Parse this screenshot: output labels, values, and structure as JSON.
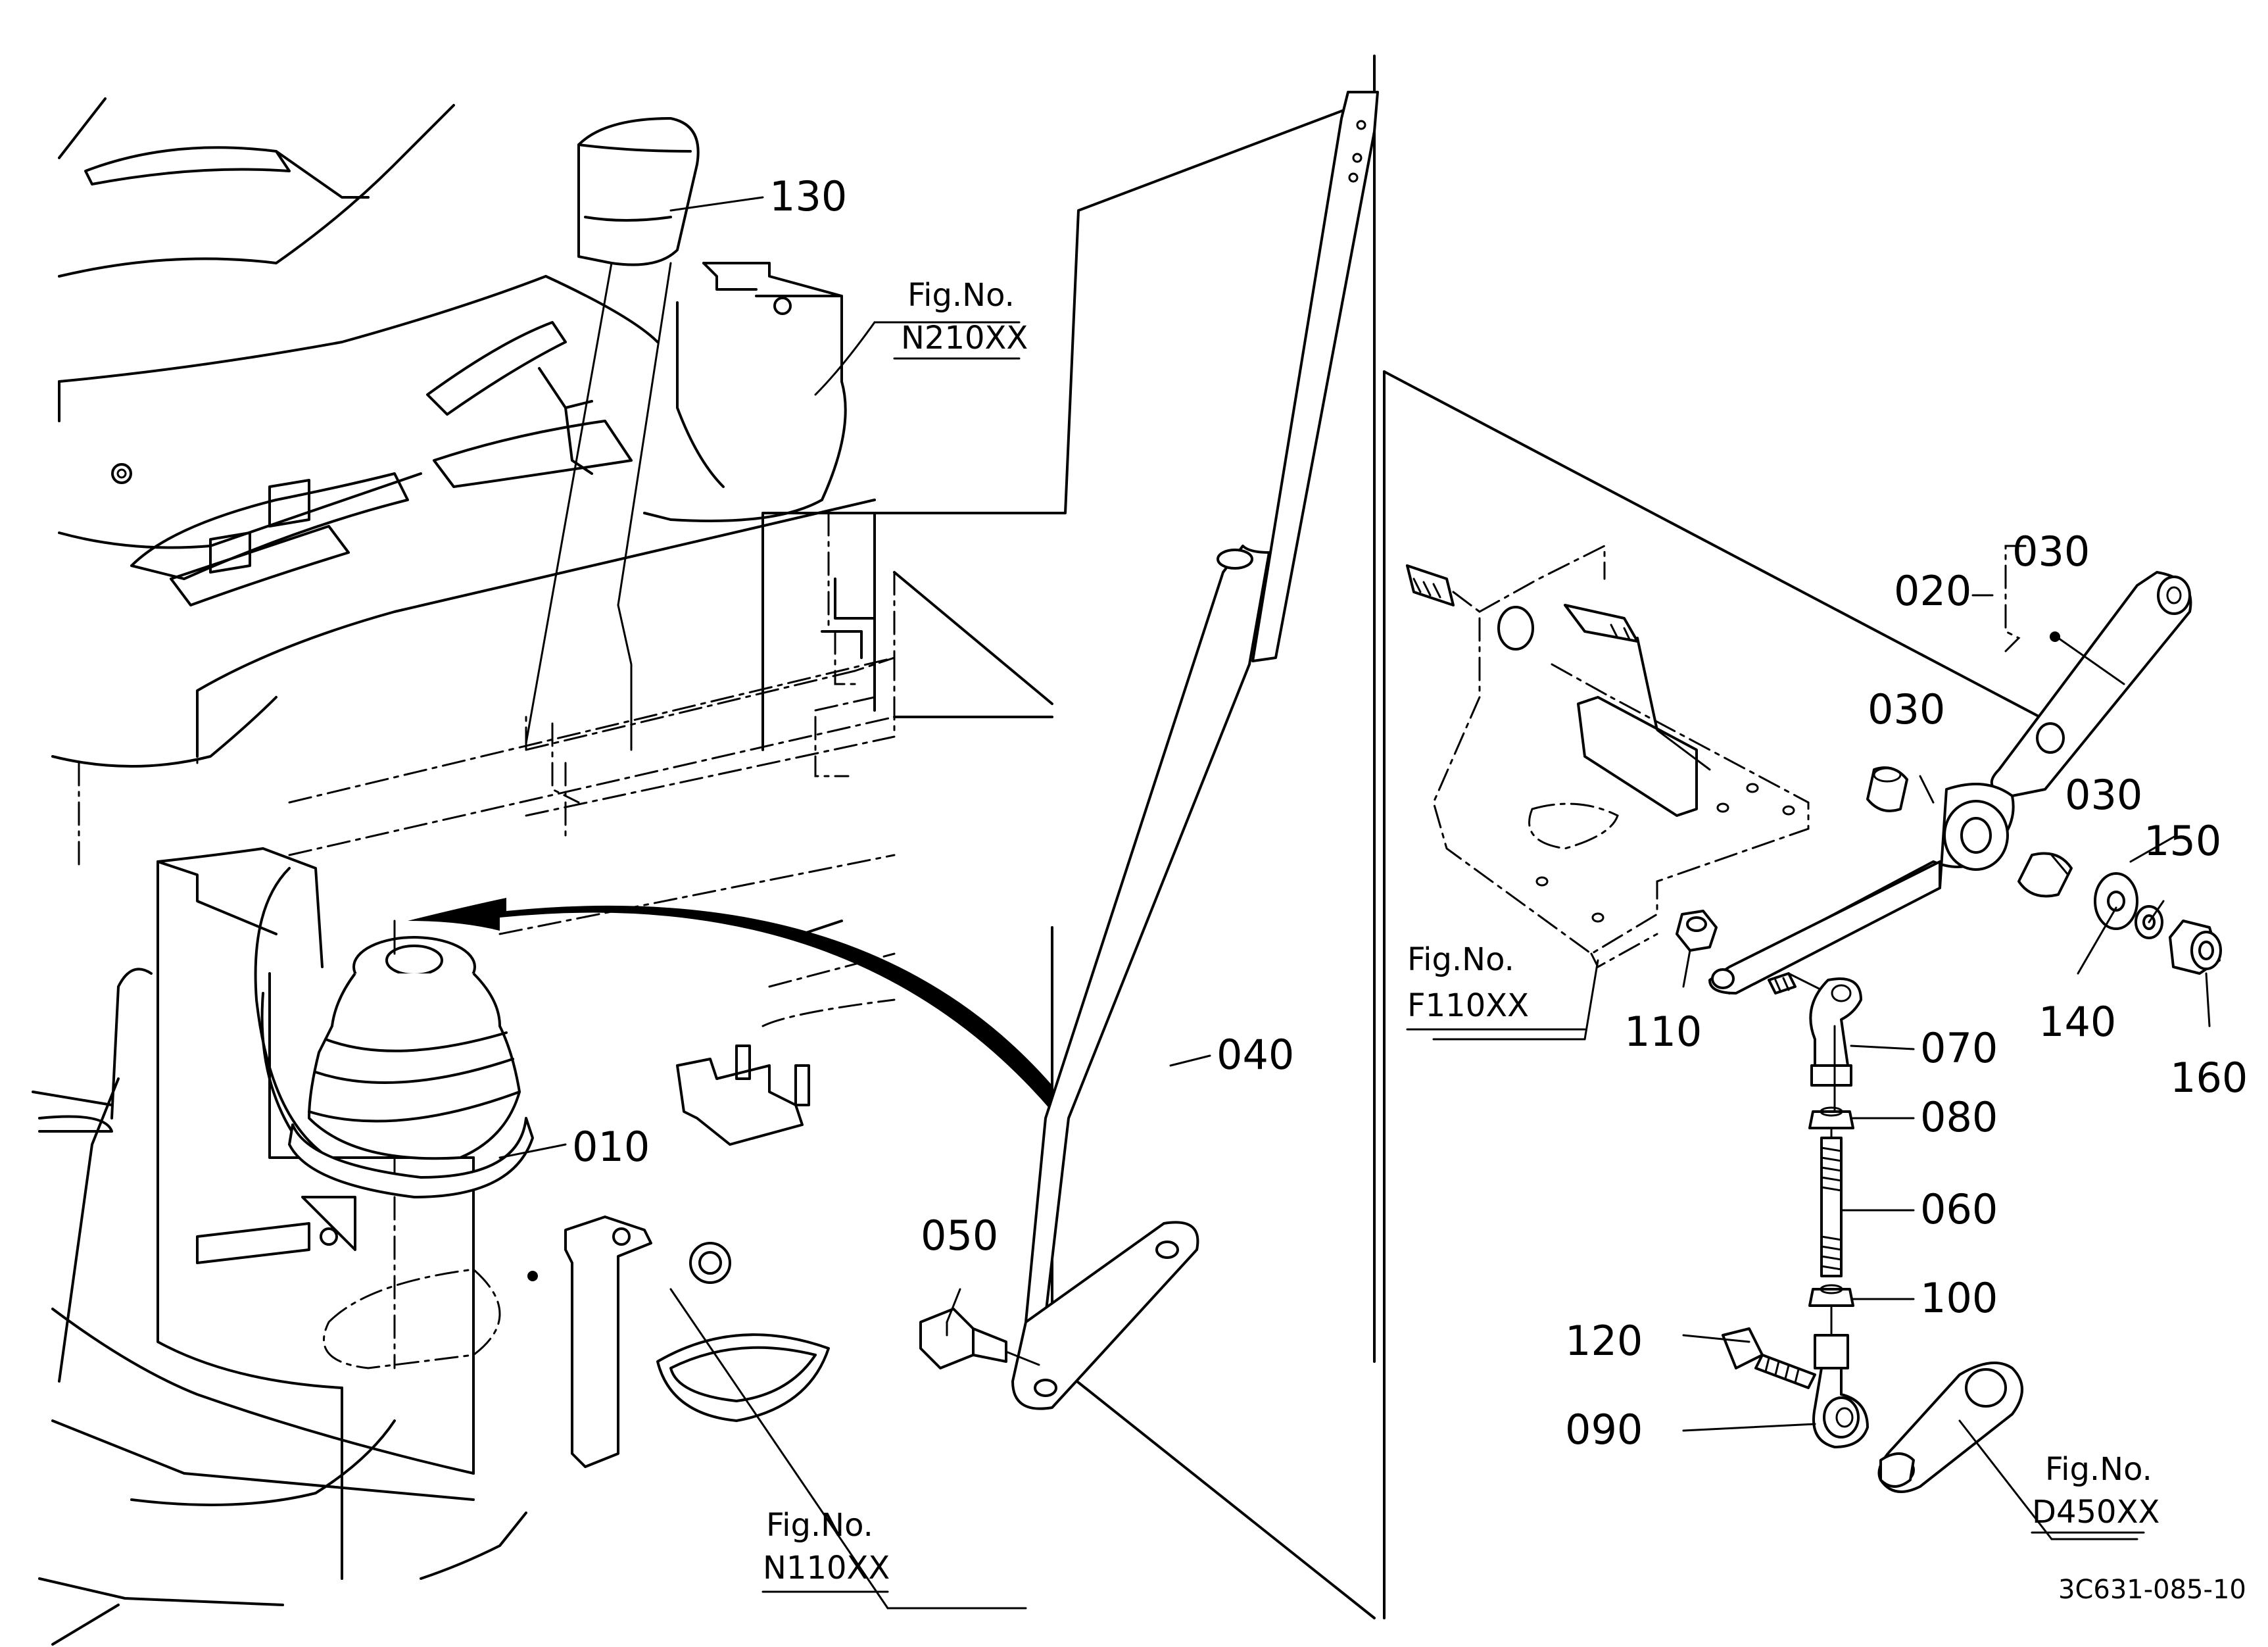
{
  "callouts": {
    "p130": "130",
    "p040": "040",
    "p010": "010",
    "p050": "050",
    "p020": "020",
    "p030_top": "030",
    "p030_mid": "030",
    "p030_right": "030",
    "p150": "150",
    "p140": "140",
    "p160": "160",
    "p110": "110",
    "p070": "070",
    "p080": "080",
    "p060": "060",
    "p100": "100",
    "p120": "120",
    "p090": "090"
  },
  "figure_refs": {
    "n210": {
      "title": "Fig.No.",
      "code": "N210XX"
    },
    "n110": {
      "title": "Fig.No.",
      "code": "N110XX"
    },
    "f110": {
      "title": "Fig.No.",
      "code": "F110XX"
    },
    "d450": {
      "title": "Fig.No.",
      "code": "D450XX"
    }
  },
  "diagram_code": "3C631-085-10"
}
